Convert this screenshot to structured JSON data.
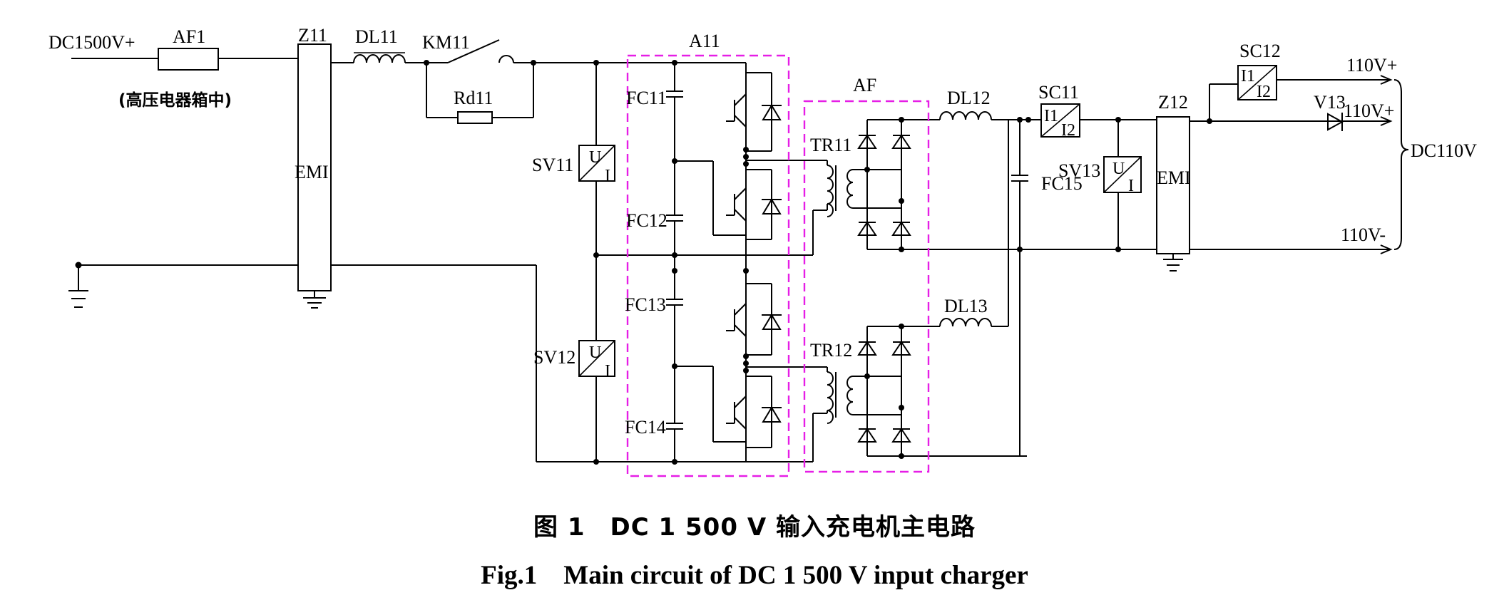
{
  "labels": {
    "input": "DC1500V+",
    "af1": "AF1",
    "af1_note": "(高压电器箱中)",
    "z11": "Z11",
    "emi1": "EMI",
    "dl11": "DL11",
    "km11": "KM11",
    "rd11": "Rd11",
    "a11": "A11",
    "sv11": "SV11",
    "sv12": "SV12",
    "fc11": "FC11",
    "fc12": "FC12",
    "fc13": "FC13",
    "fc14": "FC14",
    "af": "AF",
    "tr11": "TR11",
    "tr12": "TR12",
    "dl12": "DL12",
    "dl13": "DL13",
    "fc15": "FC15",
    "sc11": "SC11",
    "sv13": "SV13",
    "z12": "Z12",
    "emi2": "EMI",
    "sc12": "SC12",
    "v13": "V13",
    "out_plus_1": "110V+",
    "out_plus_2": "110V+",
    "out_minus": "110V-",
    "dc110v": "DC110V",
    "u": "U",
    "i": "I",
    "i1": "I1",
    "i2": "I2"
  },
  "caption": {
    "cn": "图 1　DC 1 500 V 输入充电机主电路",
    "en": "Fig.1　Main circuit of DC 1 500 V input charger"
  }
}
